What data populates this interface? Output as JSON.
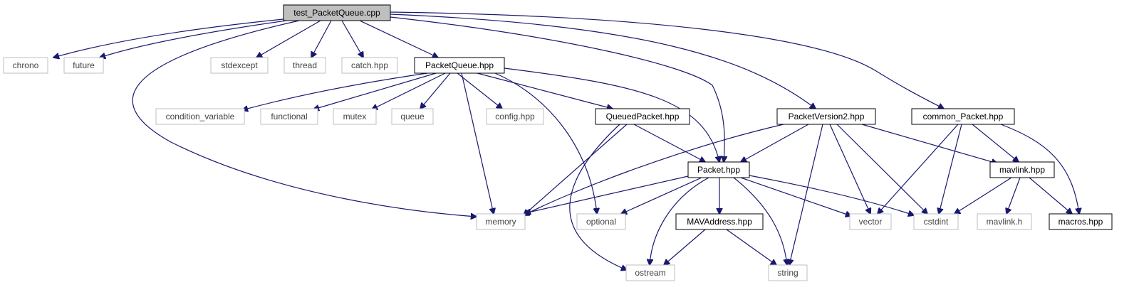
{
  "graph": {
    "title": "test_PacketQueue.cpp",
    "nodes": [
      {
        "id": "test_PacketQueue.cpp",
        "label": "test_PacketQueue.cpp",
        "kind": "root"
      },
      {
        "id": "chrono",
        "label": "chrono",
        "kind": "system"
      },
      {
        "id": "future",
        "label": "future",
        "kind": "system"
      },
      {
        "id": "stdexcept",
        "label": "stdexcept",
        "kind": "system"
      },
      {
        "id": "thread",
        "label": "thread",
        "kind": "system"
      },
      {
        "id": "catch.hpp",
        "label": "catch.hpp",
        "kind": "system"
      },
      {
        "id": "PacketQueue.hpp",
        "label": "PacketQueue.hpp",
        "kind": "local"
      },
      {
        "id": "condition_variable",
        "label": "condition_variable",
        "kind": "system"
      },
      {
        "id": "functional",
        "label": "functional",
        "kind": "system"
      },
      {
        "id": "mutex",
        "label": "mutex",
        "kind": "system"
      },
      {
        "id": "queue",
        "label": "queue",
        "kind": "system"
      },
      {
        "id": "config.hpp",
        "label": "config.hpp",
        "kind": "system"
      },
      {
        "id": "QueuedPacket.hpp",
        "label": "QueuedPacket.hpp",
        "kind": "local"
      },
      {
        "id": "PacketVersion2.hpp",
        "label": "PacketVersion2.hpp",
        "kind": "local"
      },
      {
        "id": "common_Packet.hpp",
        "label": "common_Packet.hpp",
        "kind": "local"
      },
      {
        "id": "Packet.hpp",
        "label": "Packet.hpp",
        "kind": "local"
      },
      {
        "id": "mavlink.hpp",
        "label": "mavlink.hpp",
        "kind": "local"
      },
      {
        "id": "memory",
        "label": "memory",
        "kind": "system"
      },
      {
        "id": "optional",
        "label": "optional",
        "kind": "system"
      },
      {
        "id": "MAVAddress.hpp",
        "label": "MAVAddress.hpp",
        "kind": "local"
      },
      {
        "id": "vector",
        "label": "vector",
        "kind": "system"
      },
      {
        "id": "cstdint",
        "label": "cstdint",
        "kind": "system"
      },
      {
        "id": "mavlink.h",
        "label": "mavlink.h",
        "kind": "system"
      },
      {
        "id": "macros.hpp",
        "label": "macros.hpp",
        "kind": "local"
      },
      {
        "id": "ostream",
        "label": "ostream",
        "kind": "system"
      },
      {
        "id": "string",
        "label": "string",
        "kind": "system"
      }
    ],
    "edges": [
      [
        "test_PacketQueue.cpp",
        "chrono"
      ],
      [
        "test_PacketQueue.cpp",
        "future"
      ],
      [
        "test_PacketQueue.cpp",
        "stdexcept"
      ],
      [
        "test_PacketQueue.cpp",
        "thread"
      ],
      [
        "test_PacketQueue.cpp",
        "catch.hpp"
      ],
      [
        "test_PacketQueue.cpp",
        "PacketQueue.hpp"
      ],
      [
        "test_PacketQueue.cpp",
        "memory"
      ],
      [
        "test_PacketQueue.cpp",
        "Packet.hpp"
      ],
      [
        "test_PacketQueue.cpp",
        "PacketVersion2.hpp"
      ],
      [
        "test_PacketQueue.cpp",
        "common_Packet.hpp"
      ],
      [
        "PacketQueue.hpp",
        "condition_variable"
      ],
      [
        "PacketQueue.hpp",
        "functional"
      ],
      [
        "PacketQueue.hpp",
        "mutex"
      ],
      [
        "PacketQueue.hpp",
        "queue"
      ],
      [
        "PacketQueue.hpp",
        "config.hpp"
      ],
      [
        "PacketQueue.hpp",
        "QueuedPacket.hpp"
      ],
      [
        "PacketQueue.hpp",
        "memory"
      ],
      [
        "PacketQueue.hpp",
        "optional"
      ],
      [
        "PacketQueue.hpp",
        "Packet.hpp"
      ],
      [
        "QueuedPacket.hpp",
        "Packet.hpp"
      ],
      [
        "QueuedPacket.hpp",
        "memory"
      ],
      [
        "QueuedPacket.hpp",
        "ostream"
      ],
      [
        "PacketVersion2.hpp",
        "memory"
      ],
      [
        "PacketVersion2.hpp",
        "Packet.hpp"
      ],
      [
        "PacketVersion2.hpp",
        "string"
      ],
      [
        "PacketVersion2.hpp",
        "vector"
      ],
      [
        "PacketVersion2.hpp",
        "cstdint"
      ],
      [
        "PacketVersion2.hpp",
        "mavlink.hpp"
      ],
      [
        "common_Packet.hpp",
        "vector"
      ],
      [
        "common_Packet.hpp",
        "cstdint"
      ],
      [
        "common_Packet.hpp",
        "mavlink.hpp"
      ],
      [
        "common_Packet.hpp",
        "macros.hpp"
      ],
      [
        "Packet.hpp",
        "memory"
      ],
      [
        "Packet.hpp",
        "optional"
      ],
      [
        "Packet.hpp",
        "MAVAddress.hpp"
      ],
      [
        "Packet.hpp",
        "ostream"
      ],
      [
        "Packet.hpp",
        "string"
      ],
      [
        "Packet.hpp",
        "vector"
      ],
      [
        "Packet.hpp",
        "cstdint"
      ],
      [
        "mavlink.hpp",
        "cstdint"
      ],
      [
        "mavlink.hpp",
        "mavlink.h"
      ],
      [
        "mavlink.hpp",
        "macros.hpp"
      ],
      [
        "MAVAddress.hpp",
        "ostream"
      ],
      [
        "MAVAddress.hpp",
        "string"
      ]
    ],
    "colors": {
      "edge": "#191970",
      "root_fill": "#bfbfbf",
      "local_border": "#000000",
      "system_border": "#bfbfbf"
    }
  }
}
